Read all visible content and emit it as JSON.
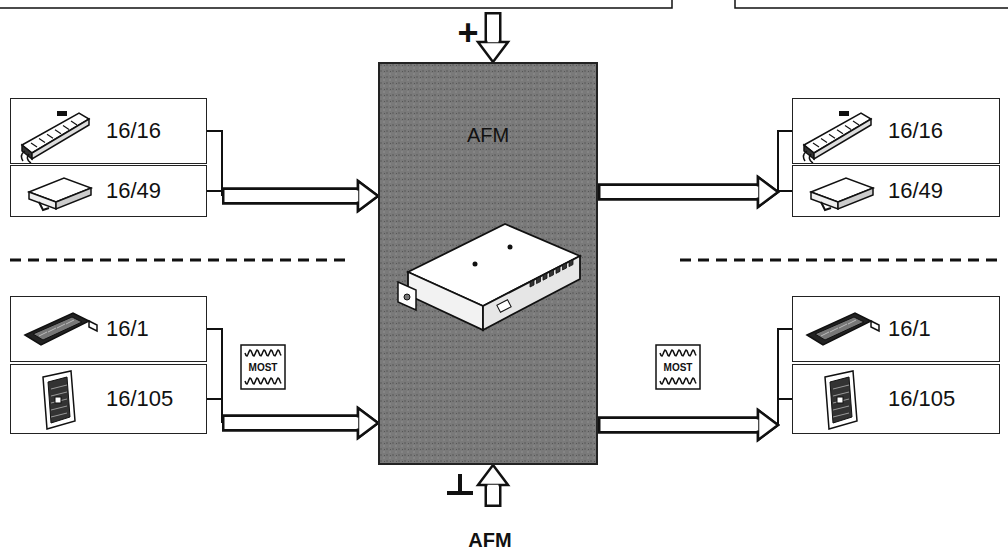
{
  "diagram": {
    "nodes": [
      {
        "text": [
          "16/16"
        ]
      },
      {
        "text": [
          "16/49"
        ]
      },
      {
        "text": [
          "16/1"
        ]
      },
      {
        "text": [
          "16/105"
        ]
      },
      {
        "text": [
          "AFM"
        ]
      },
      {
        "text": [
          "16/16"
        ]
      },
      {
        "text": [
          "16/49"
        ]
      },
      {
        "text": [
          "16/1"
        ]
      },
      {
        "text": [
          "16/105"
        ]
      }
    ],
    "edges": [
      {
        "from": 0,
        "to": 4,
        "arrow": "to"
      },
      {
        "from": 1,
        "to": 4,
        "arrow": "to"
      },
      {
        "from": 2,
        "to": 4,
        "arrow": "to"
      },
      {
        "from": 3,
        "to": 4,
        "arrow": "to"
      },
      {
        "from": 4,
        "to": 5,
        "arrow": "to"
      },
      {
        "from": 4,
        "to": 6,
        "arrow": "to"
      },
      {
        "from": 4,
        "to": 7,
        "arrow": "to"
      },
      {
        "from": 4,
        "to": 8,
        "arrow": "to"
      }
    ],
    "labels": [
      "+",
      "MOST",
      "MOST",
      "AFM"
    ]
  }
}
